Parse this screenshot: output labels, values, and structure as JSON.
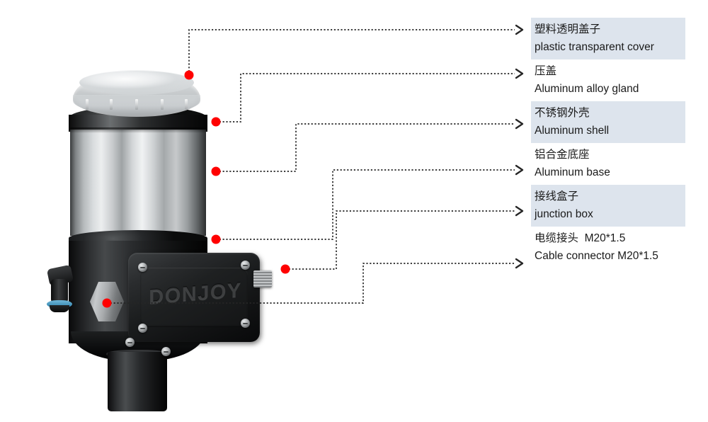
{
  "diagram": {
    "title": "Product component callout diagram",
    "highlight_color": "#dde4ed",
    "marker_color": "#ff0000",
    "leader_color": "#262626"
  },
  "product": {
    "brand_text": "DONJOY"
  },
  "callouts": [
    {
      "id": "plastic-transparent-cover",
      "cn": "塑料透明盖子",
      "en": "plastic transparent cover",
      "highlighted": true
    },
    {
      "id": "aluminum-alloy-gland",
      "cn": "压盖",
      "en": "Aluminum alloy gland",
      "highlighted": false
    },
    {
      "id": "aluminum-shell",
      "cn": "不锈钢外壳",
      "en": "Aluminum shell",
      "highlighted": true
    },
    {
      "id": "aluminum-base",
      "cn": "铝合金底座",
      "en": "Aluminum base",
      "highlighted": false
    },
    {
      "id": "junction-box",
      "cn": "接线盒子",
      "en": "junction box",
      "highlighted": true
    },
    {
      "id": "cable-connector",
      "cn": "电缆接头  M20*1.5",
      "en": "Cable connector M20*1.5",
      "highlighted": false
    }
  ]
}
